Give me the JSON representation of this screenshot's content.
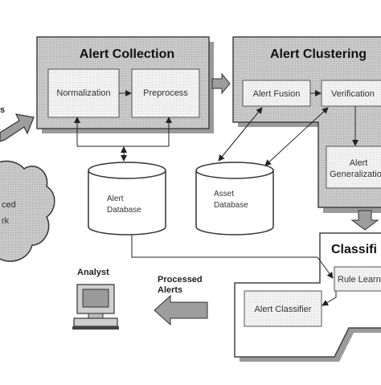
{
  "collection": {
    "title": "Alert Collection",
    "normalization": "Normalization",
    "preprocess": "Preprocess"
  },
  "clustering": {
    "title": "Alert Clustering",
    "fusion": "Alert Fusion",
    "verification": "Verification",
    "generalization_line1": "Alert",
    "generalization_line2": "Generalization"
  },
  "classification": {
    "title": "Classifi",
    "rule_learner": "Rule Learn",
    "alert_classifier": "Alert Classifier"
  },
  "databases": {
    "alert_db_line1": "Alert",
    "alert_db_line2": "Database",
    "asset_db_line1": "Asset",
    "asset_db_line2": "Database"
  },
  "labels": {
    "analyst": "Analyst",
    "processed_line1": "Processed",
    "processed_line2": "Alerts",
    "left_edge_top": "s",
    "cloud_line1": "ced",
    "cloud_line2": "rk"
  },
  "colors": {
    "panel_fill": "#c8c8c8",
    "panel_border": "#444444",
    "inner_fill": "#f0f0f0",
    "shadow": "#9a9a9a",
    "arrow_gray": "#9d9d9d"
  }
}
